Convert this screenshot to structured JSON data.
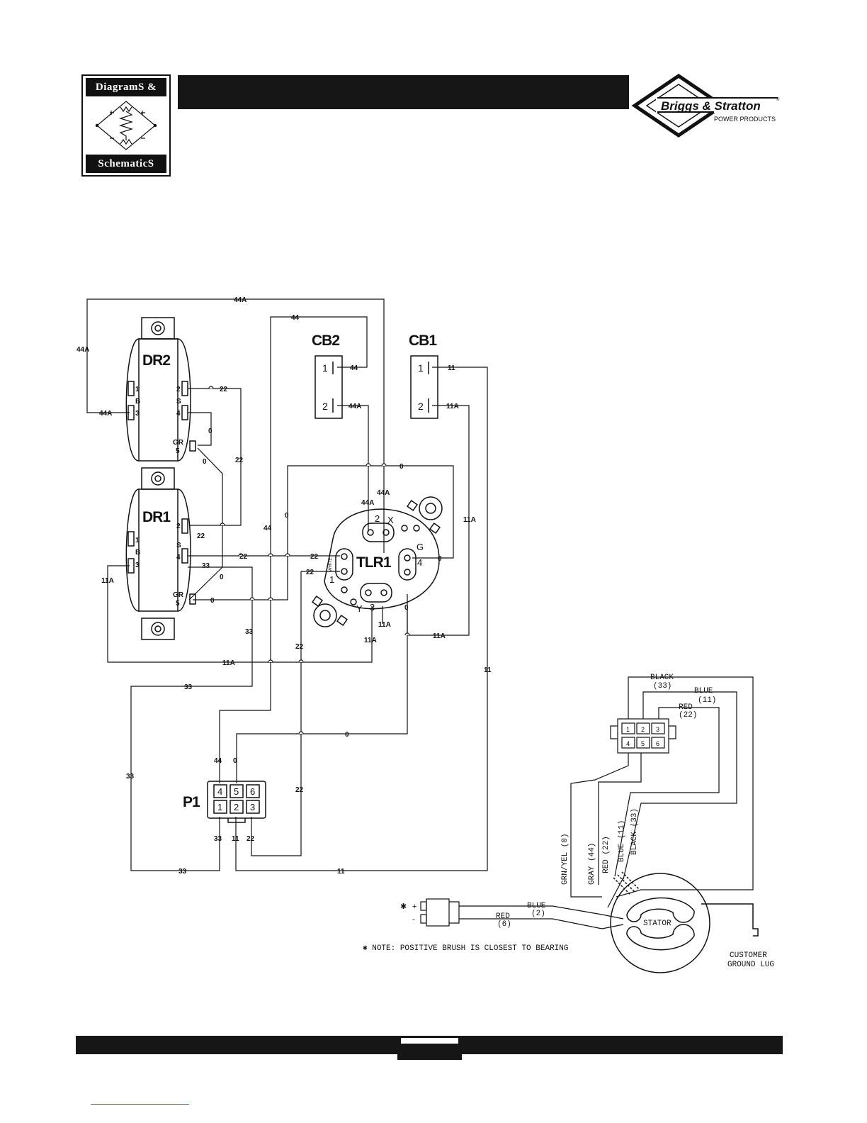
{
  "logo": {
    "top_text": "DiagramS &",
    "bottom_text": "SchematicS"
  },
  "brand": {
    "name": "Briggs & Stratton",
    "reg": "®",
    "sub": "POWER PRODUCTS"
  },
  "components": {
    "dr2": "DR2",
    "dr1": "DR1",
    "cb2": "CB2",
    "cb1": "CB1",
    "tlr1": "TLR1",
    "p1": "P1",
    "stator": "STATOR",
    "ground_lug": [
      "CUSTOMER",
      "GROUND LUG"
    ]
  },
  "wire_labels": {
    "w44A": "44A",
    "w44": "44",
    "w22": "22",
    "w0": "0",
    "w33": "33",
    "w11A": "11A",
    "w11": "11"
  },
  "pins": {
    "dr": [
      "1",
      "B",
      "3",
      "2",
      "S",
      "4",
      "GR",
      "5"
    ],
    "cb": [
      "1",
      "2"
    ],
    "tlr": {
      "t2": "2",
      "tx": "X",
      "tg": "G",
      "t4": "4",
      "t1": "1",
      "ty": "Y",
      "t3": "3",
      "white": "WHITE"
    },
    "p1": [
      "4",
      "5",
      "6",
      "1",
      "2",
      "3"
    ],
    "connector": [
      "1",
      "2",
      "3",
      "4",
      "5",
      "6"
    ],
    "brush_plus": "+",
    "brush_minus": "-",
    "star": "✱"
  },
  "harness": {
    "black": "BLACK",
    "black_n": "(33)",
    "blue": "BLUE",
    "blue_n": "(11)",
    "red": "RED",
    "red_n": "(22)",
    "vertical": [
      "GRN/YEL (0)",
      "GRAY (44)",
      "RED (22)",
      "BLUE (11)",
      "BLACK (33)"
    ],
    "brush_blue": "BLUE",
    "brush_blue_n": "(2)",
    "brush_red": "RED",
    "brush_red_n": "(6)"
  },
  "note": "✱ NOTE: POSITIVE BRUSH IS CLOSEST TO BEARING"
}
